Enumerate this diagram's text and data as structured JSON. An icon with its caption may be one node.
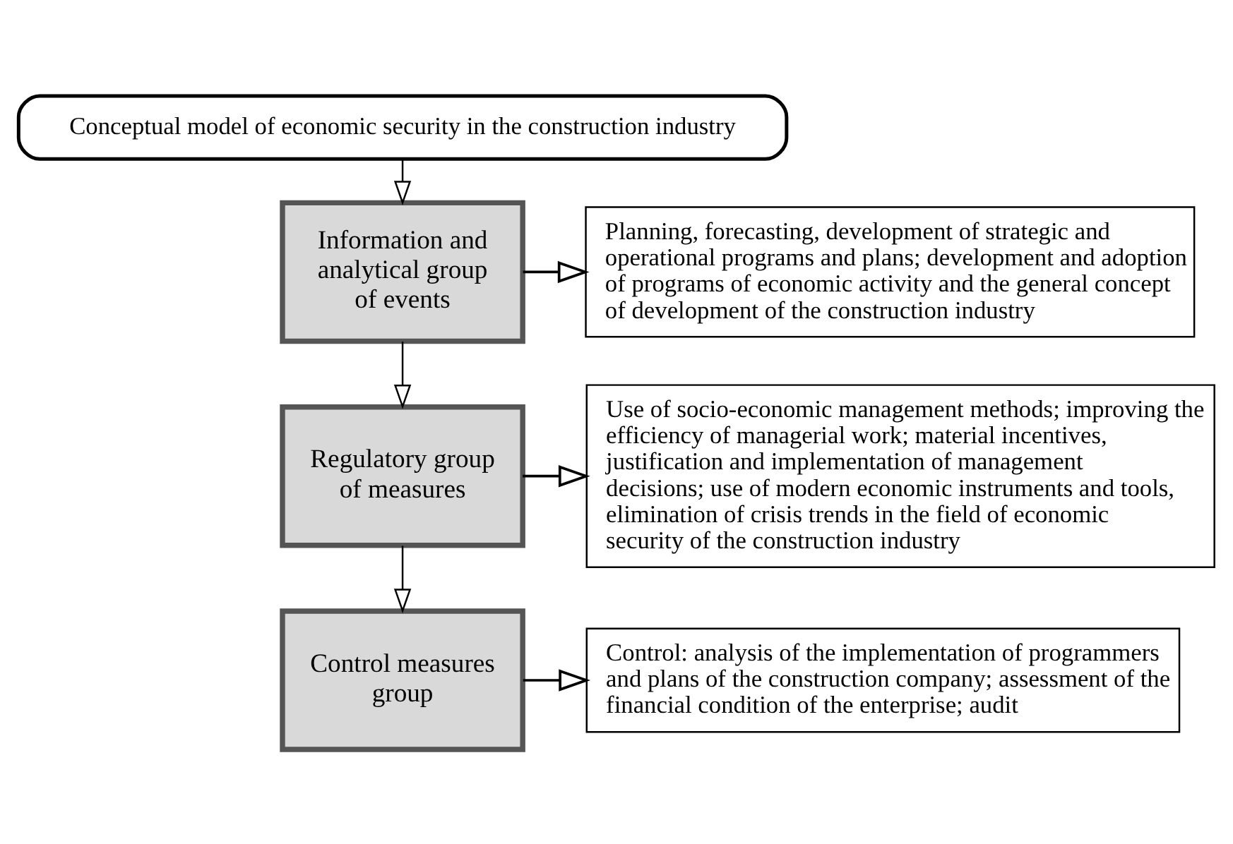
{
  "diagram": {
    "nodes": [
      {
        "text": [
          "Conceptual model of economic security in the construction industry"
        ]
      },
      {
        "text": [
          "Information and analytical group of events"
        ]
      },
      {
        "text": [
          "Planning, forecasting, development of strategic and operational programs and plans; development and adoption of programs of economic activity and the general concept of development of the construction industry"
        ]
      },
      {
        "text": [
          "Regulatory group of measures"
        ]
      },
      {
        "text": [
          "Use of socio-economic management methods; improving the efficiency of managerial work; material incentives, justification and implementation of management decisions; use of modern economic instruments and tools, elimination of crisis trends in the field of economic security of the construction industry"
        ]
      },
      {
        "text": [
          "Control measures group"
        ]
      },
      {
        "text": [
          "Control: analysis of the implementation of programmers and plans of the construction company; assessment of the financial condition of the enterprise; audit"
        ]
      }
    ],
    "edges": [
      {
        "from": 0,
        "to": 1,
        "arrow": "to"
      },
      {
        "from": 1,
        "to": 2,
        "arrow": "to"
      },
      {
        "from": 1,
        "to": 3,
        "arrow": "to"
      },
      {
        "from": 3,
        "to": 4,
        "arrow": "to"
      },
      {
        "from": 3,
        "to": 5,
        "arrow": "to"
      },
      {
        "from": 5,
        "to": 6,
        "arrow": "to"
      }
    ]
  }
}
